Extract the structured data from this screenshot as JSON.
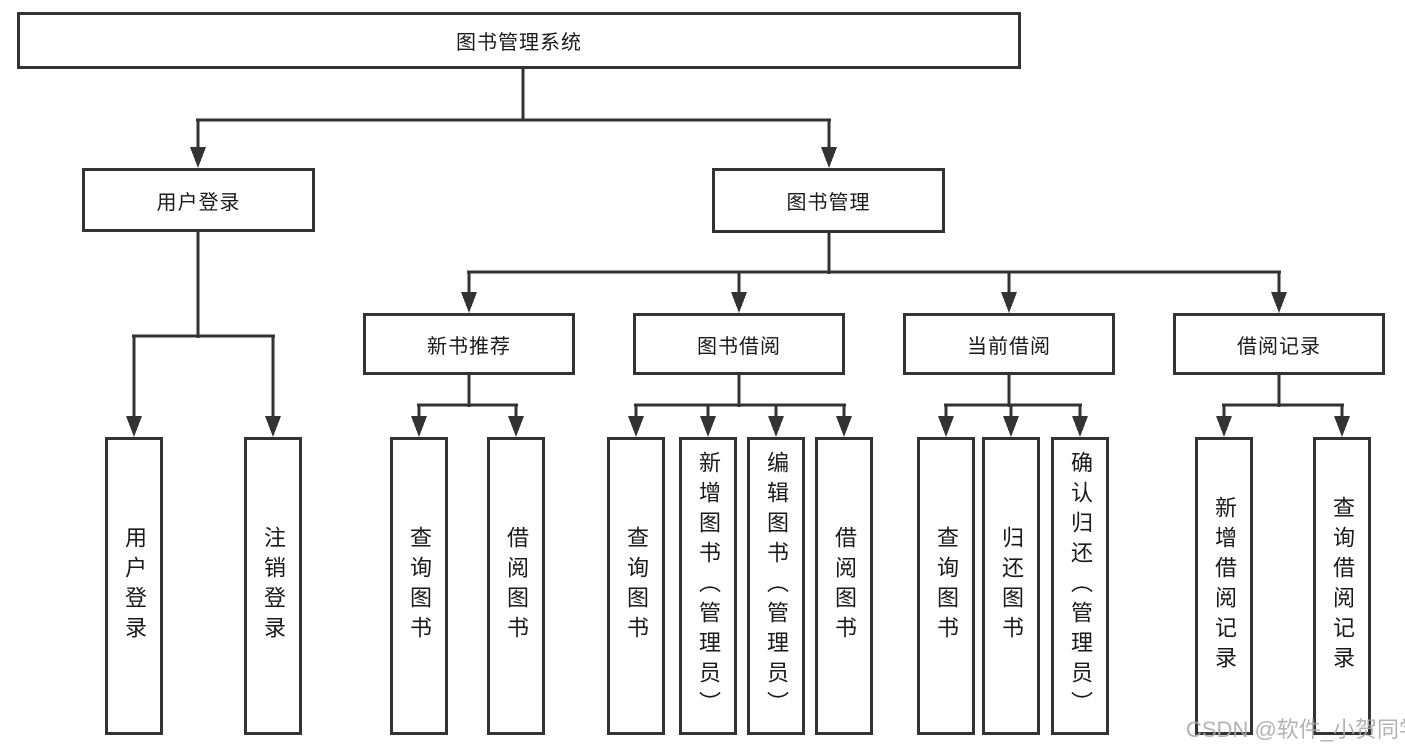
{
  "diagram": {
    "title": "图书管理系统",
    "tree": {
      "root": "图书管理系统",
      "branches": [
        {
          "label": "用户登录",
          "children": [
            "用户登录",
            "注销登录"
          ]
        },
        {
          "label": "图书管理",
          "children": [
            {
              "label": "新书推荐",
              "children": [
                "查询图书",
                "借阅图书"
              ]
            },
            {
              "label": "图书借阅",
              "children": [
                "查询图书",
                "新增图书（管理员）",
                "编辑图书（管理员）",
                "借阅图书"
              ]
            },
            {
              "label": "当前借阅",
              "children": [
                "查询图书",
                "归还图书",
                "确认归还（管理员）"
              ]
            },
            {
              "label": "借阅记录",
              "children": [
                "新增借阅记录",
                "查询借阅记录"
              ]
            }
          ]
        }
      ]
    },
    "colors": {
      "line": "#333333",
      "box_border": "#333333",
      "text": "#1a1a1a",
      "background": "#ffffff",
      "watermark": "#ababab"
    }
  },
  "watermark": {
    "text": "CSDN @软件_小贺同学"
  }
}
